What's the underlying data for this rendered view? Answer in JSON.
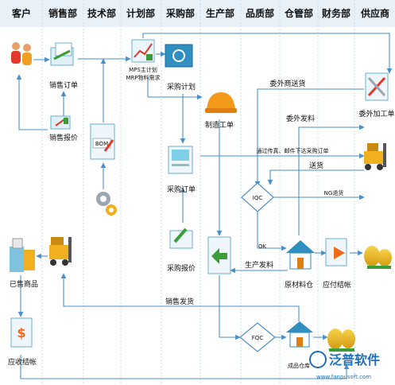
{
  "columns": [
    "客户",
    "销售部",
    "技术部",
    "计划部",
    "采购部",
    "生产部",
    "品质部",
    "仓管部",
    "财务部",
    "供应商"
  ],
  "nodes": {
    "sales_order": "销售订单",
    "sales_quote": "销售报价",
    "bom": "BOM",
    "mps": "MPS主计划",
    "mrp": "MRP物料需求",
    "purchase_plan": "采购计划",
    "work_order": "制造工单",
    "purchase_order": "采购订单",
    "purchase_quote": "采购报价",
    "iqc": "IQC",
    "fqc": "FQC",
    "ok": "OK",
    "raw_warehouse": "原材料仓",
    "payable": "应付结帐",
    "sold_goods": "已售商品",
    "receivable": "应收结帐",
    "finished_warehouse": "成品仓库",
    "outsource_order": "委外加工单"
  },
  "flows": {
    "outsource_delivery": "委外商送货",
    "outsource_issue": "委外发料",
    "send_po": "通过传真、邮件下达采购订单",
    "delivery": "送货",
    "ng_return": "NG退货",
    "production_issue": "生产发料",
    "sales_shipment": "销售发货"
  },
  "watermark": {
    "brand": "泛普软件",
    "url": "www.fanpusoft.com"
  },
  "colors": {
    "flow_line": "#4a8fc8",
    "column_separator": "#c9dbe8",
    "title_bg": "#e8f1f8",
    "watermark": "#1f6fb8"
  }
}
